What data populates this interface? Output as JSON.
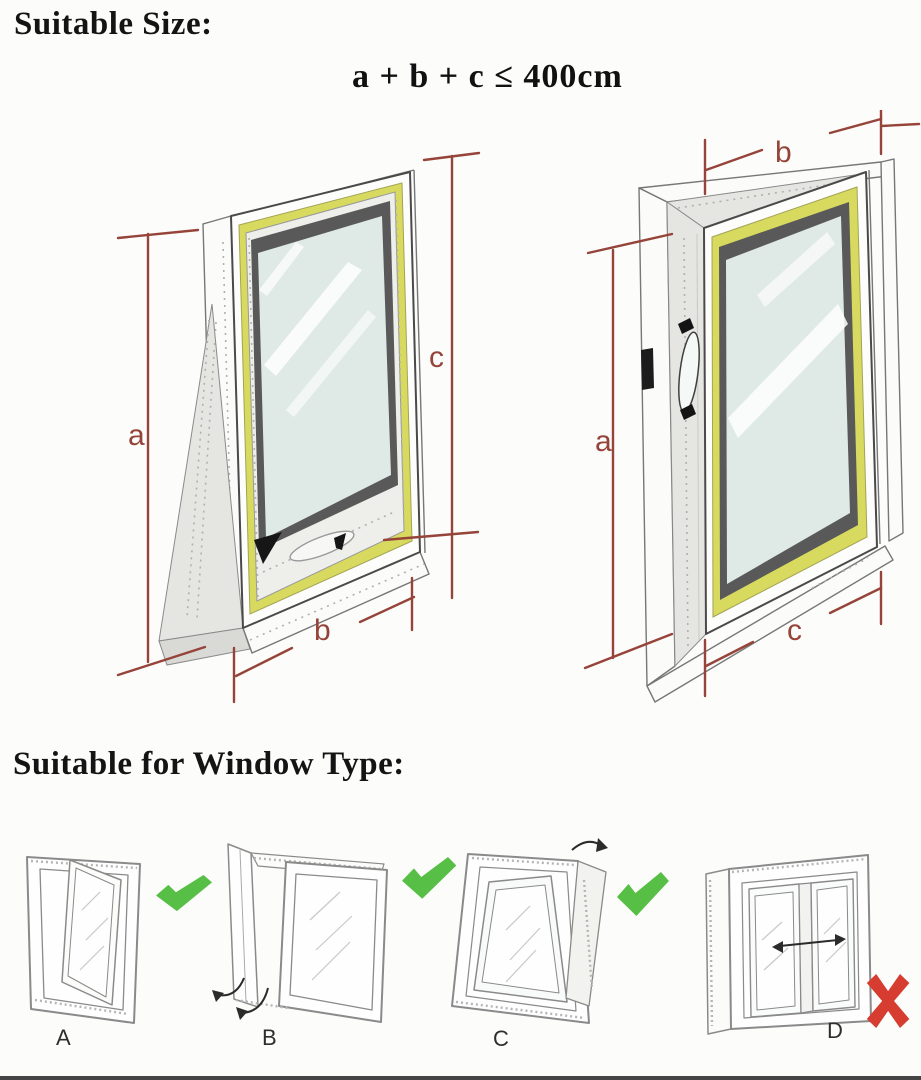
{
  "header": {
    "title": "Suitable Size:",
    "formula": "a + b + c ≤ 400cm"
  },
  "section2": {
    "title": "Suitable for Window Type:"
  },
  "size_diagrams": {
    "left": {
      "label_a": "a",
      "label_b": "b",
      "label_c": "c"
    },
    "right": {
      "label_a": "a",
      "label_b": "b",
      "label_c": "c"
    }
  },
  "window_types": [
    {
      "label": "A",
      "mark": "check"
    },
    {
      "label": "B",
      "mark": "check"
    },
    {
      "label": "C",
      "mark": "check"
    },
    {
      "label": "D",
      "mark": "cross"
    }
  ],
  "colors": {
    "dimension": "#96443a",
    "seal_yellow": "#d8da5f",
    "glass": "#dfe9e6",
    "check_green": "#58bf46",
    "cross_red": "#d63c30"
  }
}
